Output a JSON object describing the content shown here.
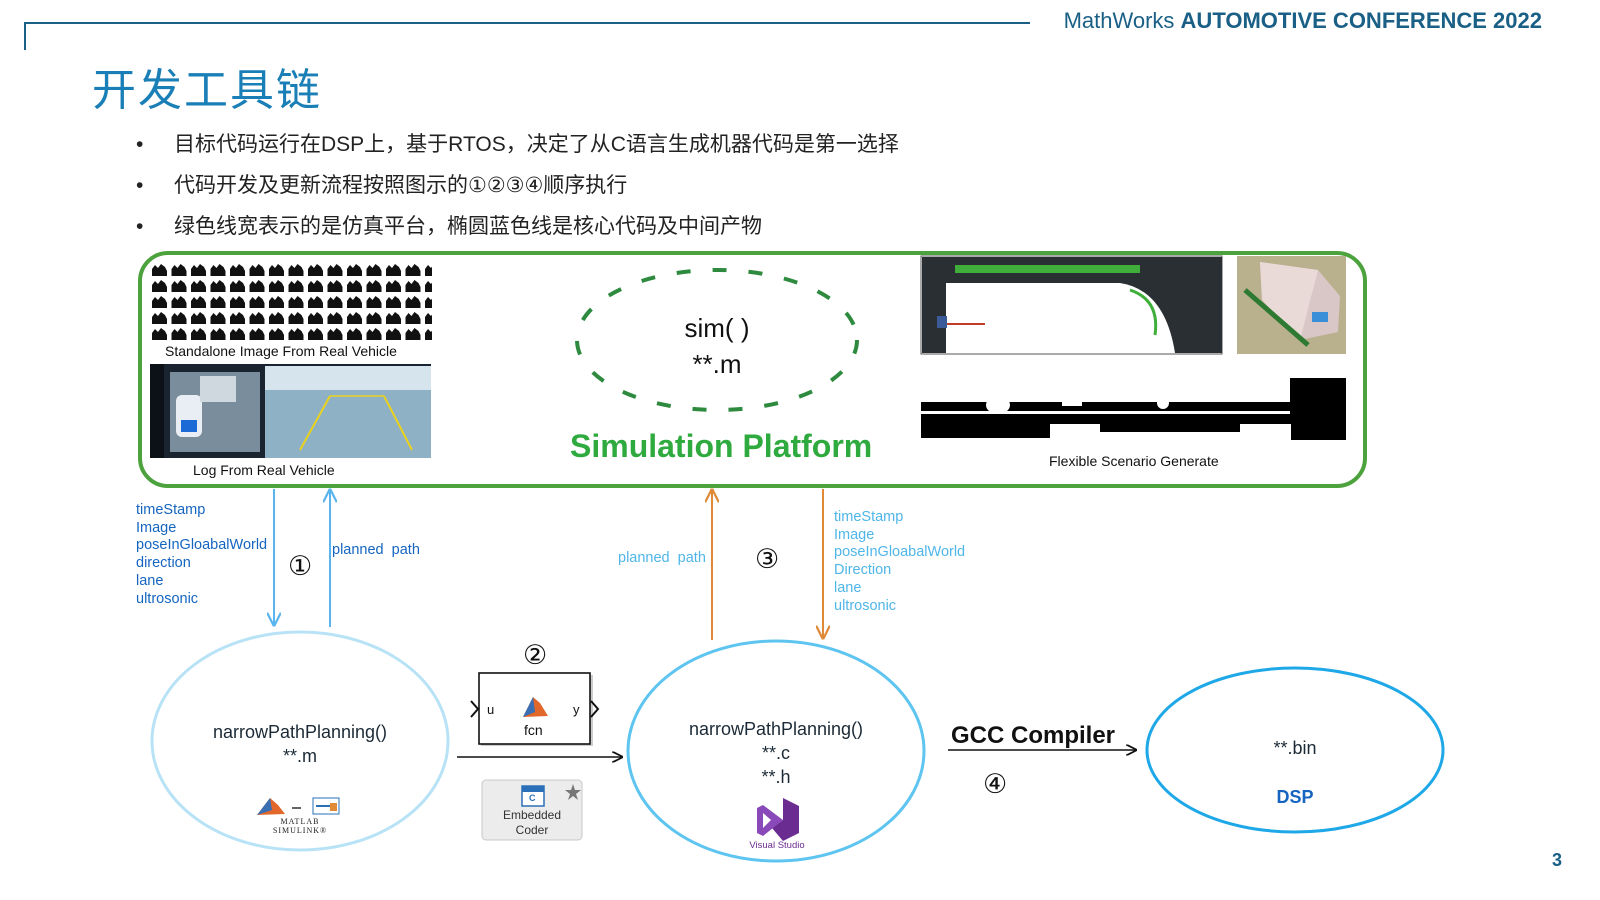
{
  "header": {
    "brand": "MathWorks",
    "conference": "AUTOMOTIVE CONFERENCE 2022"
  },
  "title": "开发工具链",
  "bullets": [
    "目标代码运行在DSP上，基于RTOS，决定了从C语言生成机器代码是第一选择",
    "代码开发及更新流程按照图示的①②③④顺序执行",
    "绿色线宽表示的是仿真平台，椭圆蓝色线是核心代码及中间产物"
  ],
  "simulation_platform": {
    "label": "Simulation Platform",
    "center_line1": "sim( )",
    "center_line2": "**.m",
    "caption_standalone": "Standalone Image From Real Vehicle",
    "caption_log": "Log From Real Vehicle",
    "caption_scenario": "Flexible Scenario Generate"
  },
  "flow": {
    "step1": "①",
    "step2": "②",
    "step3": "③",
    "step4": "④",
    "signals_left": [
      "timeStamp",
      "Image",
      "poseInGloabalWorld",
      "direction",
      "lane",
      "ultrosonic"
    ],
    "planned_path_left": "planned  path",
    "planned_path_right": "planned  path",
    "signals_right": [
      "timeStamp",
      "Image",
      "poseInGloabalWorld",
      "Direction",
      "lane",
      "ultrosonic"
    ],
    "gcc_label": "GCC Compiler"
  },
  "nodes": {
    "matlab_node": {
      "line1": "narrowPathPlanning()",
      "line2": "**.m",
      "logo_line1": "MATLAB",
      "logo_line2": "SIMULINK®"
    },
    "fcn_block": {
      "in": "u",
      "out": "y",
      "name": "fcn"
    },
    "embedded_coder": {
      "line1": "Embedded",
      "line2": "Coder",
      "icon_text": "C"
    },
    "c_node": {
      "line1": "narrowPathPlanning()",
      "line2": "**.c",
      "line3": "**.h",
      "logo_text": "Visual Studio"
    },
    "dsp_node": {
      "line1": "**.bin",
      "line2": "DSP"
    }
  },
  "colors": {
    "green": "#4ca23c",
    "light_blue": "#5ab4ee",
    "orange": "#e08a38",
    "dsp_blue": "#1ea8e8",
    "title_blue": "#1a7fb6"
  },
  "page_number": "3"
}
